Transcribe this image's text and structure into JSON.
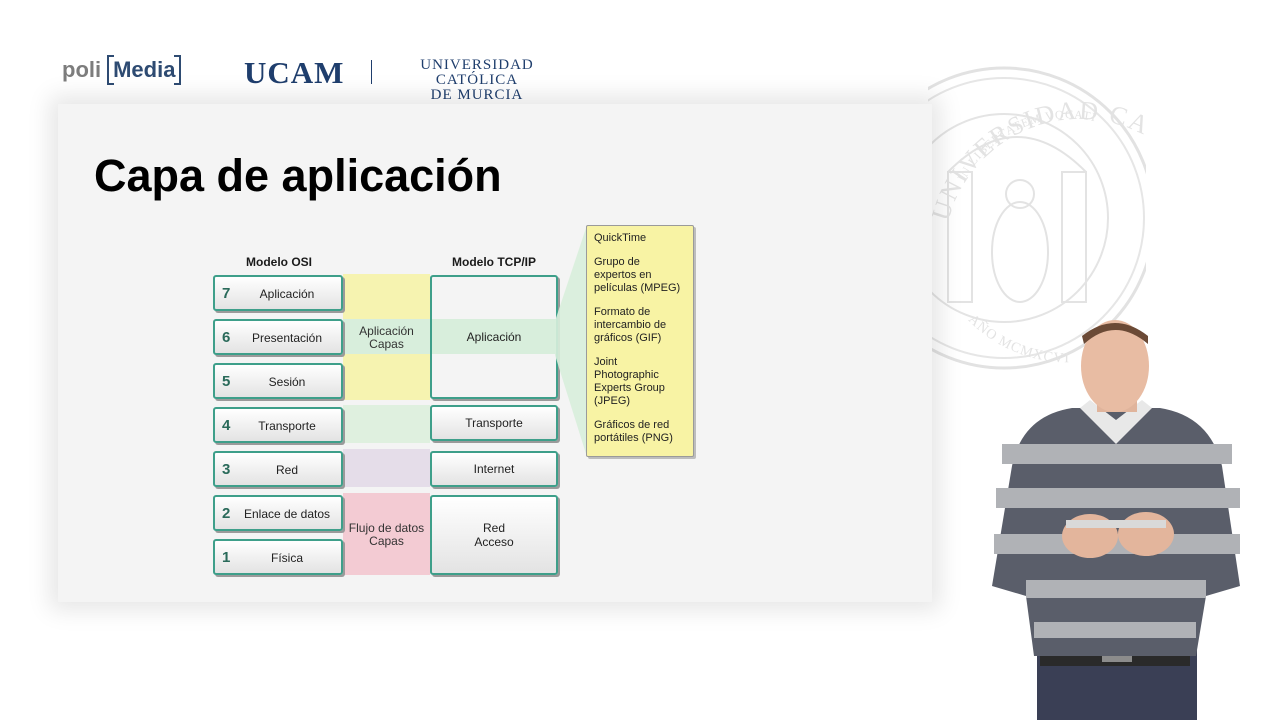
{
  "header": {
    "poli": "poli",
    "media": "Media",
    "ucam": "UCAM",
    "university_line1": "UNIVERSIDAD CATÓLICA",
    "university_line2": "DE MURCIA"
  },
  "slide": {
    "title": "Capa de aplicación",
    "osi_title": "Modelo OSI",
    "tcp_title": "Modelo TCP/IP",
    "osi_layers": [
      {
        "num": "7",
        "label": "Aplicación"
      },
      {
        "num": "6",
        "label": "Presentación"
      },
      {
        "num": "5",
        "label": "Sesión"
      },
      {
        "num": "4",
        "label": "Transporte"
      },
      {
        "num": "3",
        "label": "Red"
      },
      {
        "num": "2",
        "label": "Enlace de datos"
      },
      {
        "num": "1",
        "label": "Física"
      }
    ],
    "mid_app_1": "Aplicación",
    "mid_app_2": "Capas",
    "mid_data_1": "Flujo de datos",
    "mid_data_2": "Capas",
    "tcp_layers": {
      "app": "Aplicación",
      "transport": "Transporte",
      "internet": "Internet",
      "net_1": "Red",
      "net_2": "Acceso"
    },
    "protocols": [
      "QuickTime",
      "Grupo de\nexpertos en\npelículas (MPEG)",
      "Formato de\nintercambio de\ngráficos (GIF)",
      "Joint\nPhotographic\nExperts Group\n(JPEG)",
      "Gráficos de red\nportátiles (PNG)"
    ],
    "colors": {
      "teal": "#3e9f8a",
      "yellow_band": "#f6f3b0",
      "green_band": "#dff0df",
      "purple_band": "#e5dde9",
      "pink_band": "#f3cbd3",
      "protocol_bg": "#f8f3a4"
    }
  },
  "seal": {
    "text_top": "UNIVERSIDAD CATÓLICA SAN ANTONIO",
    "motto": "IN LIBERTATEM VOCATI",
    "year": "AÑO MCMXCVI"
  }
}
